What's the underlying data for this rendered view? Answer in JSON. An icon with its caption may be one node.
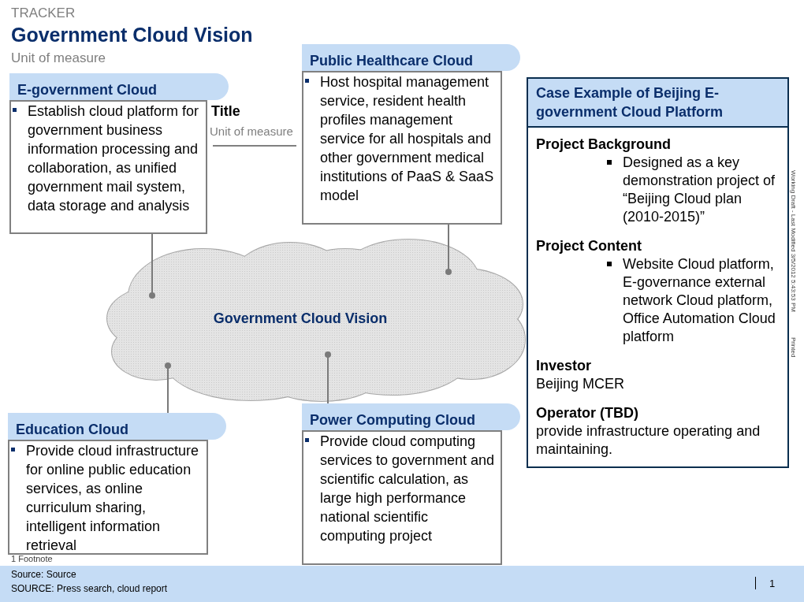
{
  "diagram": {
    "title": "Government Cloud Vision",
    "nodes": [
      {
        "text": [
          "E-government Cloud",
          "Establish cloud platform for government business information processing and collaboration, as unified government mail system, data storage and analysis"
        ]
      },
      {
        "text": [
          "Public Healthcare Cloud",
          "Host hospital management service, resident health profiles management service for all hospitals and other government medical institutions of PaaS & SaaS model"
        ]
      },
      {
        "text": [
          "Government Cloud Vision"
        ]
      },
      {
        "text": [
          "Education Cloud",
          "Provide cloud infrastructure for online public education services, as online curriculum sharing, intelligent information retrieval"
        ]
      },
      {
        "text": [
          "Power Computing Cloud",
          "Provide cloud computing services to government and scientific calculation, as large high performance national scientific computing project"
        ]
      },
      {
        "text": [
          "Case Example of Beijing E-government Cloud Platform",
          "Project Background",
          "Designed as a key demonstration project of “Beijing Cloud plan (2010-2015)”",
          "Project Content",
          "Website Cloud platform, E-governance external network Cloud platform, Office Automation Cloud platform",
          "Investor",
          "Beijing MCER",
          "Operator (TBD)",
          "provide infrastructure operating and maintaining."
        ]
      }
    ],
    "edges": [
      {
        "from": 0,
        "to": 2,
        "arrow": "other"
      },
      {
        "from": 1,
        "to": 2,
        "arrow": "other"
      },
      {
        "from": 3,
        "to": 2,
        "arrow": "other"
      },
      {
        "from": 4,
        "to": 2,
        "arrow": "other"
      }
    ],
    "labels": [
      "TRACKER",
      "Unit of measure",
      "Title",
      "Unit of measure",
      "1 Footnote",
      "Source: Source",
      "SOURCE: Press search, cloud report",
      "1",
      "Working Draft - Last Modified 3/5/2012 5:43:53 PM",
      "Printed"
    ]
  }
}
